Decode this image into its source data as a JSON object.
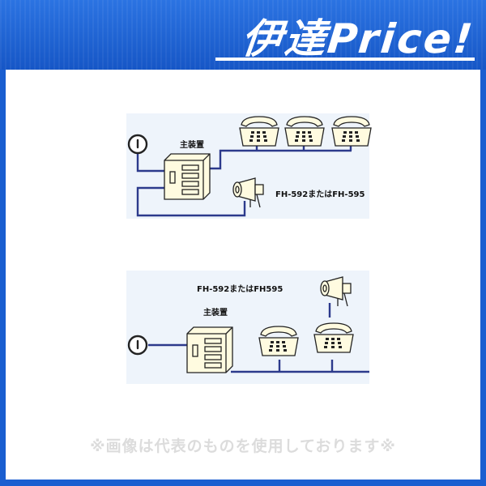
{
  "header": {
    "logo_text": "伊達Price!"
  },
  "diagram_top": {
    "main_unit_label": "主装置",
    "speaker_label": "FH-592またはFH-595"
  },
  "diagram_bottom": {
    "main_unit_label": "主装置",
    "speaker_label": "FH-592またはFH595"
  },
  "footer": {
    "note": "※画像は代表のものを使用しております※"
  },
  "colors": {
    "frame_blue": "#1a5ed0",
    "line_blue": "#2c3a8c",
    "panel_bg": "#eef4fb",
    "device_fill": "#fffbe0"
  }
}
